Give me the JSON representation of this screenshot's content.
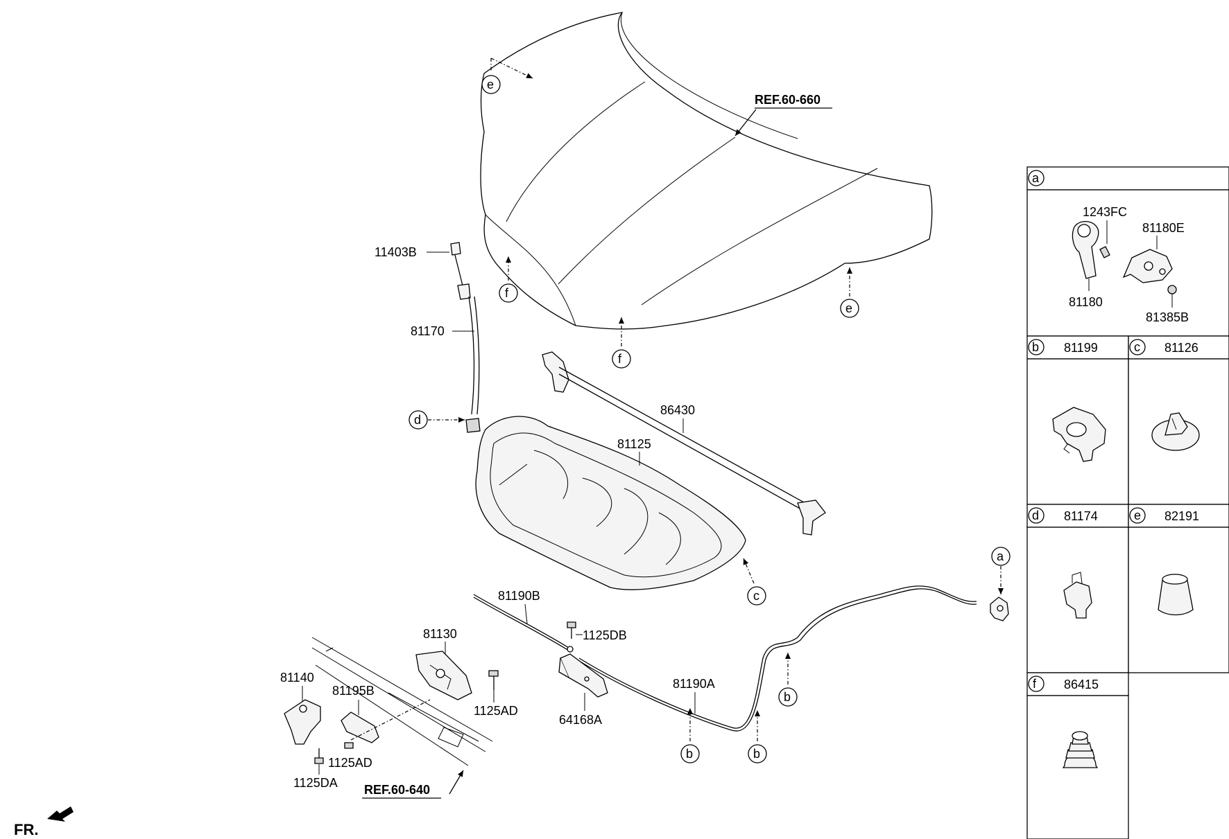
{
  "refs": {
    "ref_hood": "REF.60-660",
    "ref_panel": "REF.60-640",
    "front": "FR."
  },
  "parts": {
    "p11403B": "11403B",
    "p81170": "81170",
    "p86430": "86430",
    "p81125": "81125",
    "p81190B": "81190B",
    "p1125DB": "1125DB",
    "p81130": "81130",
    "p1125AD_a": "1125AD",
    "p81140": "81140",
    "p81195B": "81195B",
    "p1125AD_b": "1125AD",
    "p1125DA": "1125DA",
    "p64168A": "64168A",
    "p81190A": "81190A"
  },
  "callouts": {
    "a": "a",
    "b": "b",
    "c": "c",
    "d": "d",
    "e": "e",
    "f": "f"
  },
  "legend": {
    "a": {
      "letter": "a",
      "parts": [
        "1243FC",
        "81180E",
        "81180",
        "81385B"
      ]
    },
    "b": {
      "letter": "b",
      "part": "81199"
    },
    "c": {
      "letter": "c",
      "part": "81126"
    },
    "d": {
      "letter": "d",
      "part": "81174"
    },
    "e": {
      "letter": "e",
      "part": "82191"
    },
    "f": {
      "letter": "f",
      "part": "86415"
    }
  }
}
